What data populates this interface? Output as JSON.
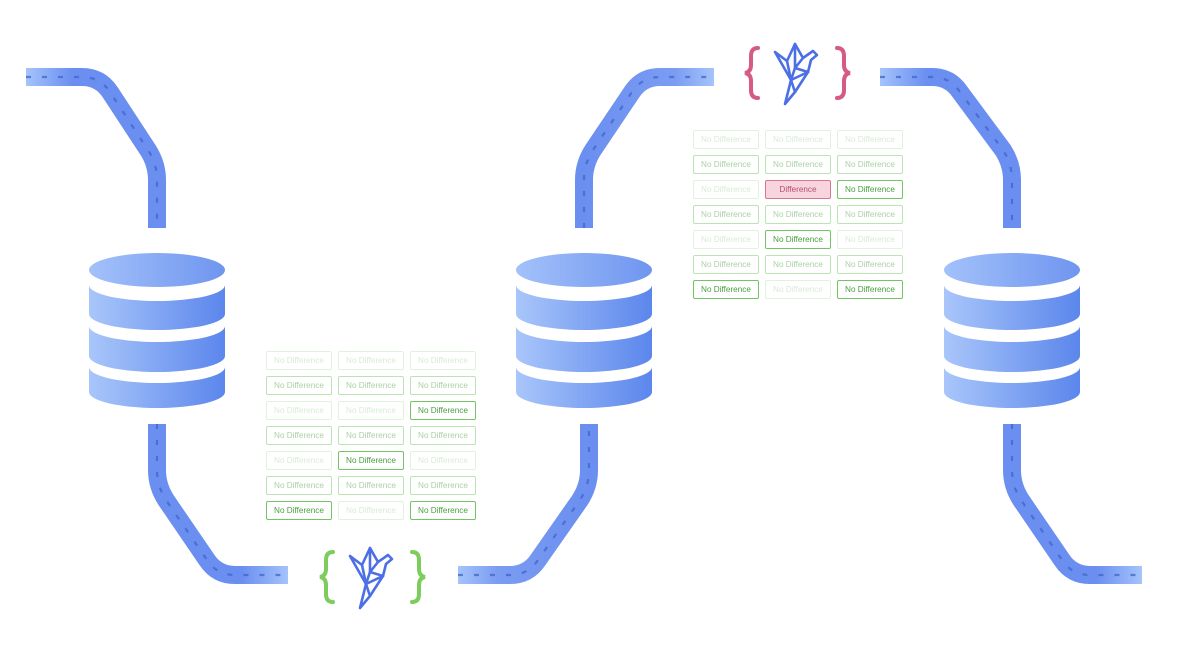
{
  "colors": {
    "pipe": "#6b8ff0",
    "pipe_light": "#9dbbfa",
    "pipe_dash": "#3f64c8",
    "db_top": "#90b4f7",
    "db_band_light": "#a9c6fa",
    "db_band_dark": "#5b86ec",
    "brace_green": "#7dcd5c",
    "brace_pink": "#d65a86",
    "logo": "#4c6fe6",
    "cell_green": "#6ac25a",
    "cell_pink": "#d36f8e"
  },
  "icons": {
    "left_logo": "origami-bird-icon",
    "right_logo": "origami-bird-icon"
  },
  "diff_grid_left": {
    "cells": [
      {
        "label": "No Difference",
        "state": "match",
        "level": 1
      },
      {
        "label": "No Difference",
        "state": "match",
        "level": 1
      },
      {
        "label": "No Difference",
        "state": "match",
        "level": 1
      },
      {
        "label": "No Difference",
        "state": "match",
        "level": 2
      },
      {
        "label": "No Difference",
        "state": "match",
        "level": 2
      },
      {
        "label": "No Difference",
        "state": "match",
        "level": 2
      },
      {
        "label": "No Difference",
        "state": "match",
        "level": 1
      },
      {
        "label": "No Difference",
        "state": "match",
        "level": 1
      },
      {
        "label": "No Difference",
        "state": "match",
        "level": 3
      },
      {
        "label": "No Difference",
        "state": "match",
        "level": 2
      },
      {
        "label": "No Difference",
        "state": "match",
        "level": 2
      },
      {
        "label": "No Difference",
        "state": "match",
        "level": 2
      },
      {
        "label": "No Difference",
        "state": "match",
        "level": 1
      },
      {
        "label": "No Difference",
        "state": "match",
        "level": 3
      },
      {
        "label": "No Difference",
        "state": "match",
        "level": 1
      },
      {
        "label": "No Difference",
        "state": "match",
        "level": 2
      },
      {
        "label": "No Difference",
        "state": "match",
        "level": 2
      },
      {
        "label": "No Difference",
        "state": "match",
        "level": 2
      },
      {
        "label": "No Difference",
        "state": "match",
        "level": 3
      },
      {
        "label": "No Difference",
        "state": "match",
        "level": 1
      },
      {
        "label": "No Difference",
        "state": "match",
        "level": 3
      }
    ]
  },
  "diff_grid_right": {
    "cells": [
      {
        "label": "No Difference",
        "state": "match",
        "level": 1
      },
      {
        "label": "No Difference",
        "state": "match",
        "level": 1
      },
      {
        "label": "No Difference",
        "state": "match",
        "level": 1
      },
      {
        "label": "No Difference",
        "state": "match",
        "level": 2
      },
      {
        "label": "No Difference",
        "state": "match",
        "level": 2
      },
      {
        "label": "No Difference",
        "state": "match",
        "level": 2
      },
      {
        "label": "No Difference",
        "state": "match",
        "level": 1
      },
      {
        "label": "Difference",
        "state": "diff",
        "level": 3
      },
      {
        "label": "No Difference",
        "state": "match",
        "level": 3
      },
      {
        "label": "No Difference",
        "state": "match",
        "level": 2
      },
      {
        "label": "No Difference",
        "state": "match",
        "level": 2
      },
      {
        "label": "No Difference",
        "state": "match",
        "level": 2
      },
      {
        "label": "No Difference",
        "state": "match",
        "level": 1
      },
      {
        "label": "No Difference",
        "state": "match",
        "level": 3
      },
      {
        "label": "No Difference",
        "state": "match",
        "level": 1
      },
      {
        "label": "No Difference",
        "state": "match",
        "level": 2
      },
      {
        "label": "No Difference",
        "state": "match",
        "level": 2
      },
      {
        "label": "No Difference",
        "state": "match",
        "level": 2
      },
      {
        "label": "No Difference",
        "state": "match",
        "level": 3
      },
      {
        "label": "No Difference",
        "state": "match",
        "level": 1
      },
      {
        "label": "No Difference",
        "state": "match",
        "level": 3
      }
    ]
  }
}
